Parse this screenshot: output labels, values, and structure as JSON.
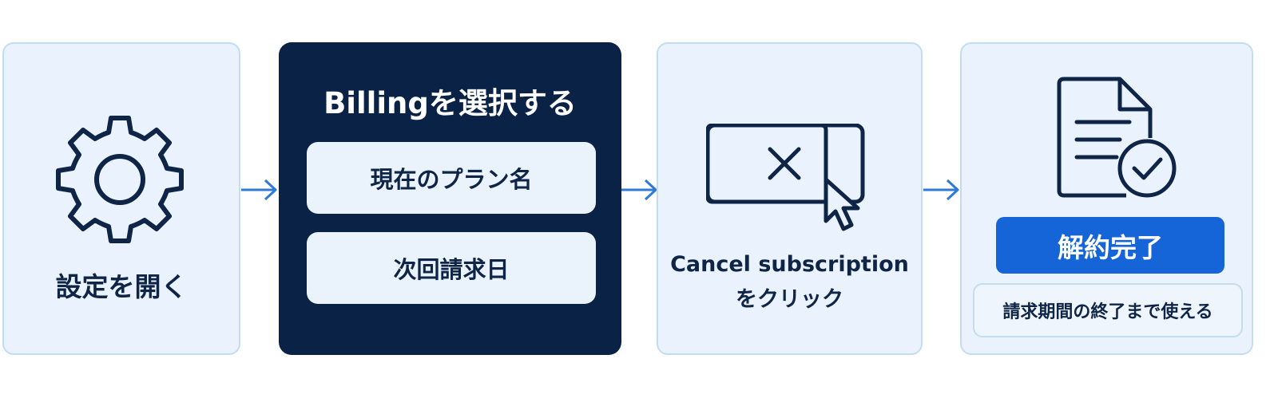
{
  "steps": [
    {
      "label": "設定を開く",
      "icon": "gear-icon"
    },
    {
      "title": "Billingを選択する",
      "items": [
        "現在のプラン名",
        "次回請求日"
      ]
    },
    {
      "label_line1": "Cancel subscription",
      "label_line2": "をクリック",
      "icon": "cancel-window-cursor-icon"
    },
    {
      "badge": "解約完了",
      "note": "請求期間の終了まで使える",
      "icon": "document-check-icon"
    }
  ],
  "colors": {
    "card_bg": "#eaf3fd",
    "card_border": "#c4dcf2",
    "dark_card_bg": "#0b2247",
    "text": "#0f2547",
    "arrow": "#2f7ad6",
    "badge_bg": "#1565d8"
  }
}
